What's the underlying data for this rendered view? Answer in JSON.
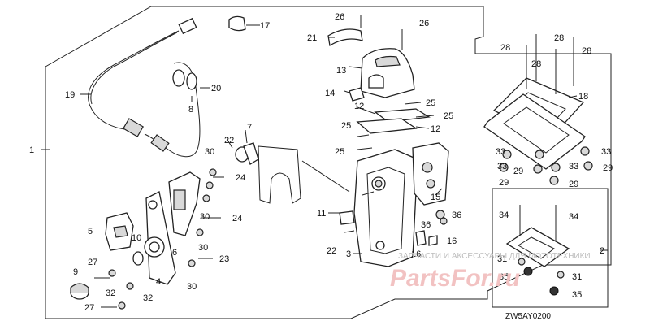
{
  "diagram": {
    "labels": {
      "p1": "1",
      "p2": "2",
      "p3": "3",
      "p4": "4",
      "p5": "5",
      "p6": "6",
      "p7": "7",
      "p8": "8",
      "p9": "9",
      "p10": "10",
      "p11": "11",
      "p12a": "12",
      "p12b": "12",
      "p13": "13",
      "p14": "14",
      "p15": "15",
      "p16a": "16",
      "p16b": "16",
      "p17": "17",
      "p18": "18",
      "p19": "19",
      "p20": "20",
      "p21": "21",
      "p22a": "22",
      "p22b": "22",
      "p23": "23",
      "p24a": "24",
      "p24b": "24",
      "p25a": "25",
      "p25b": "25",
      "p25c": "25",
      "p25d": "25",
      "p26a": "26",
      "p26b": "26",
      "p27a": "27",
      "p27b": "27",
      "p28a": "28",
      "p28b": "28",
      "p28c": "28",
      "p28d": "28",
      "p29a": "29",
      "p29b": "29",
      "p29c": "29",
      "p29d": "29",
      "p30a": "30",
      "p30b": "30",
      "p30c": "30",
      "p30d": "30",
      "p31a": "31",
      "p31b": "31",
      "p32a": "32",
      "p32b": "32",
      "p33a": "33",
      "p33b": "33",
      "p33c": "33",
      "p33d": "33",
      "p34a": "34",
      "p34b": "34",
      "p35a": "35",
      "p35b": "35",
      "p36a": "36",
      "p36b": "36"
    },
    "diagram_code": "ZW5AY0200",
    "watermark_text": "ЗАПЧАСТИ И АКСЕССУАРЫ ДЛЯ МОТОТЕХНИКИ",
    "watermark_logo": "PartsFor.ru"
  }
}
